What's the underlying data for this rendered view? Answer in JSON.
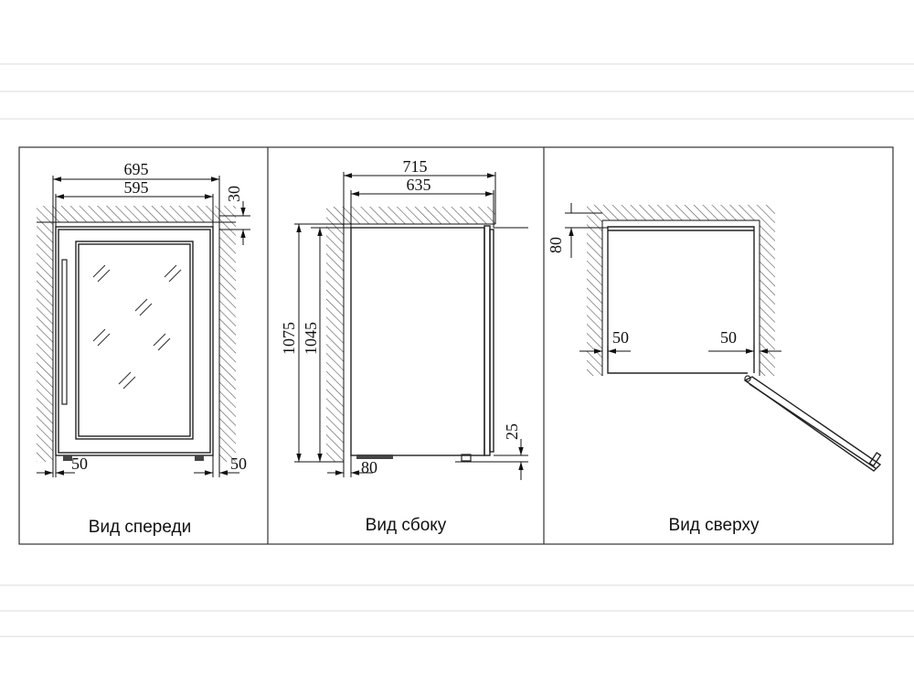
{
  "panels": [
    {
      "caption": "Вид спереди",
      "dimensions": {
        "overall_width": "695",
        "body_width": "595",
        "top_gap": "30",
        "left_gap": "50",
        "right_gap": "50"
      }
    },
    {
      "caption": "Вид сбоку",
      "dimensions": {
        "overall_depth": "715",
        "body_depth": "635",
        "overall_height": "1075",
        "body_height": "1045",
        "back_gap": "80",
        "foot_height": "25"
      }
    },
    {
      "caption": "Вид сверху",
      "dimensions": {
        "back_gap": "80",
        "left_gap": "50",
        "right_gap": "50"
      }
    }
  ]
}
